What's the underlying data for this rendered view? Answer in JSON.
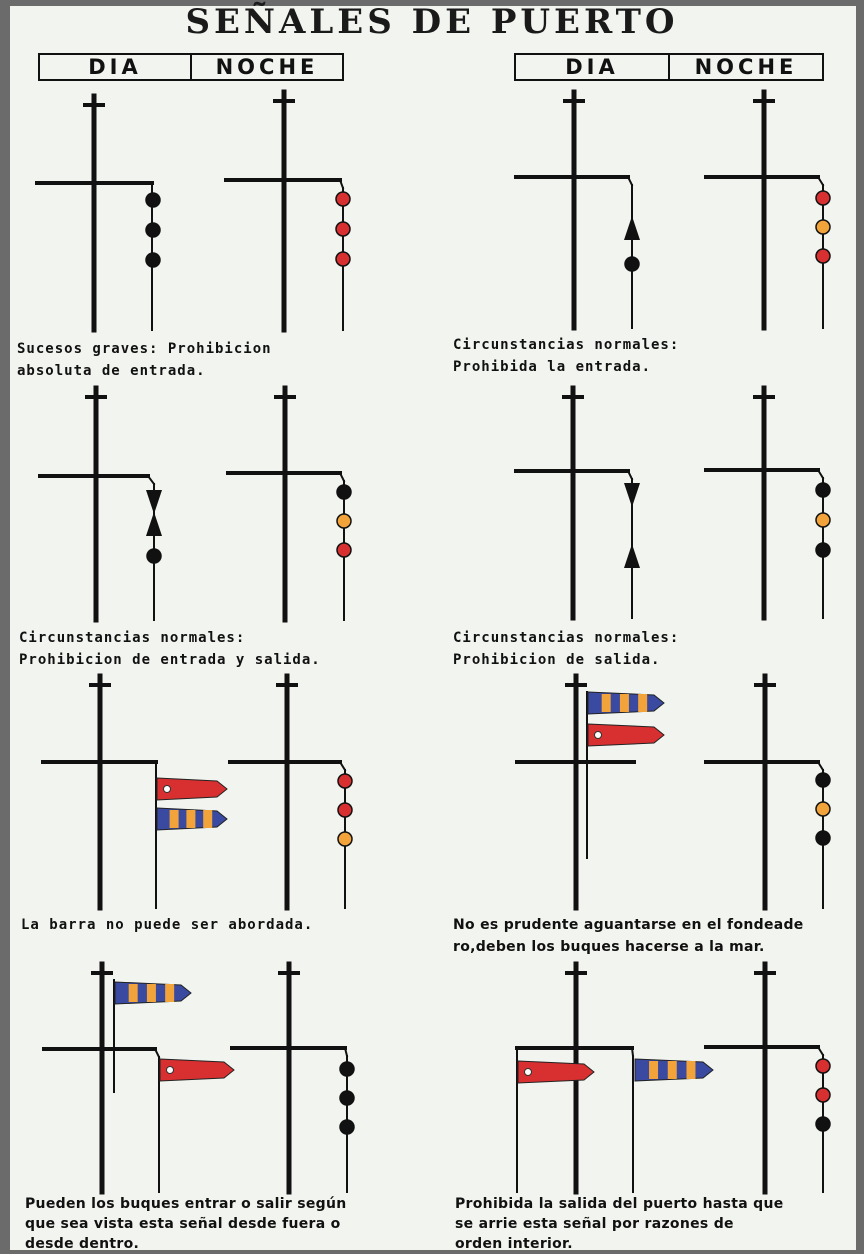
{
  "title": "SEÑALES DE PUERTO",
  "headers": {
    "left": {
      "day": "DIA",
      "night": "NOCHE"
    },
    "right": {
      "day": "DIA",
      "night": "NOCHE"
    }
  },
  "colors": {
    "black": "#111111",
    "red": "#d83030",
    "orange": "#f2a33a",
    "blue": "#3a4aa0",
    "background": "#f1f4ef"
  },
  "captions": [
    {
      "line1": "Sucesos graves: Prohibicion",
      "line2": "absoluta de entrada."
    },
    {
      "line1": "Circunstancias normales:",
      "line2": "Prohibida la entrada."
    },
    {
      "line1": "Circunstancias normales:",
      "line2": "Prohibicion de entrada y salida."
    },
    {
      "line1": "Circunstancias normales:",
      "line2": "Prohibicion de salida."
    },
    {
      "line1": "La barra no puede ser abordada.",
      "line2": ""
    },
    {
      "line1": "No es prudente aguantarse en el fondeade",
      "line2": "ro,deben los buques hacerse a la mar."
    },
    {
      "line1": "Pueden los buques entrar o salir según",
      "line2": "que sea vista esta señal desde fuera o",
      "line3": "desde dentro."
    },
    {
      "line1": "Prohibida la salida del puerto hasta que",
      "line2": "se arrie esta señal por razones de",
      "line3": "orden interior."
    }
  ],
  "signals": [
    {
      "day": "three black balls",
      "night": [
        "red",
        "red",
        "red"
      ]
    },
    {
      "day": "cone point up over ball",
      "night": [
        "red",
        "orange",
        "red"
      ]
    },
    {
      "day": "two cones points together over ball",
      "night": [
        "black",
        "orange",
        "red"
      ]
    },
    {
      "day": "two cones points apart",
      "night": [
        "black",
        "orange",
        "black"
      ]
    },
    {
      "day": "red pennant over striped pennant",
      "night": [
        "red",
        "red",
        "orange"
      ]
    },
    {
      "day": "striped pennant over red pennant",
      "night": [
        "black",
        "orange",
        "black"
      ]
    },
    {
      "day": "striped pennant on mast, red pennant on yard",
      "night": [
        "black",
        "black",
        "black"
      ]
    },
    {
      "day": "red pennant and striped pennant on yard",
      "night": [
        "red",
        "red",
        "black"
      ]
    }
  ]
}
